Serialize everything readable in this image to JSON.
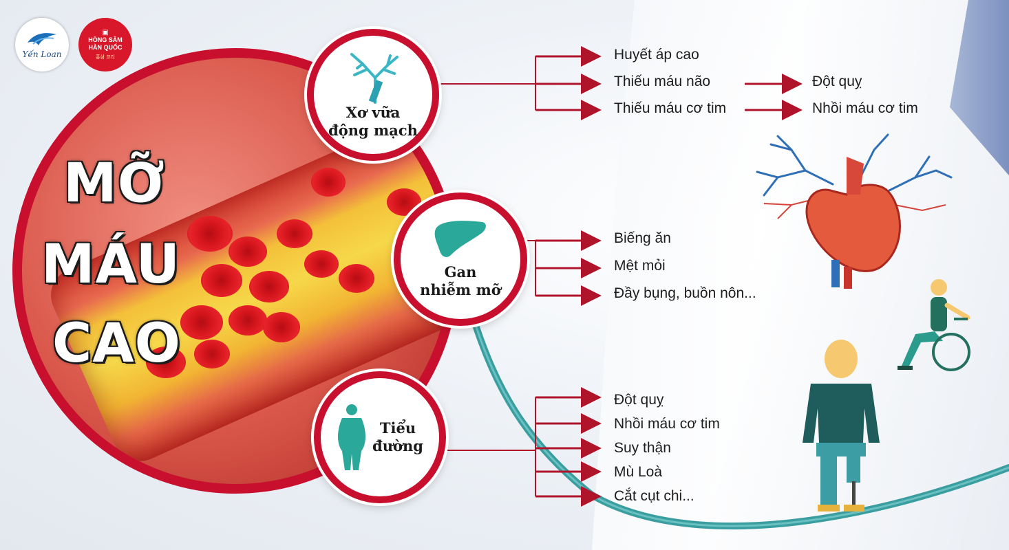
{
  "logos": {
    "brand_name": "Yến Loan",
    "ginseng_label_1": "HỒNG SÂM",
    "ginseng_label_2": "HÀN QUỐC",
    "ginseng_korean": "홍삼 코리"
  },
  "title": {
    "line1": "MỠ",
    "line2": "MÁU",
    "line3": "CAO"
  },
  "nodes": [
    {
      "label_line1": "Xơ vữa",
      "label_line2": "động mạch",
      "icon": "artery-icon",
      "effects": [
        {
          "text": "Huyết áp cao",
          "leads_to": ""
        },
        {
          "text": "Thiếu máu não",
          "leads_to": "Đột quỵ"
        },
        {
          "text": "Thiếu máu cơ tim",
          "leads_to": "Nhồi máu cơ tim"
        }
      ]
    },
    {
      "label_line1": "Gan",
      "label_line2": "nhiễm mỡ",
      "icon": "liver-icon",
      "effects": [
        {
          "text": "Biếng ăn"
        },
        {
          "text": "Mệt mỏi"
        },
        {
          "text": "Đầy bụng, buồn nôn..."
        }
      ]
    },
    {
      "label_line1": "Tiểu",
      "label_line2": "đường",
      "icon": "obese-person-icon",
      "effects": [
        {
          "text": "Đột quỵ"
        },
        {
          "text": "Nhồi máu cơ tim"
        },
        {
          "text": "Suy thận"
        },
        {
          "text": "Mù Loà"
        },
        {
          "text": "Cắt cụt chi..."
        }
      ]
    }
  ],
  "colors": {
    "accent_red": "#c8102e",
    "arrow_red": "#b0142b",
    "liver_teal": "#2aa89a",
    "artery_teal": "#3ab6c4"
  },
  "illustrations": [
    "heart-icon",
    "wheelchair-person-icon",
    "amputee-person-icon",
    "stethoscope-icon"
  ]
}
